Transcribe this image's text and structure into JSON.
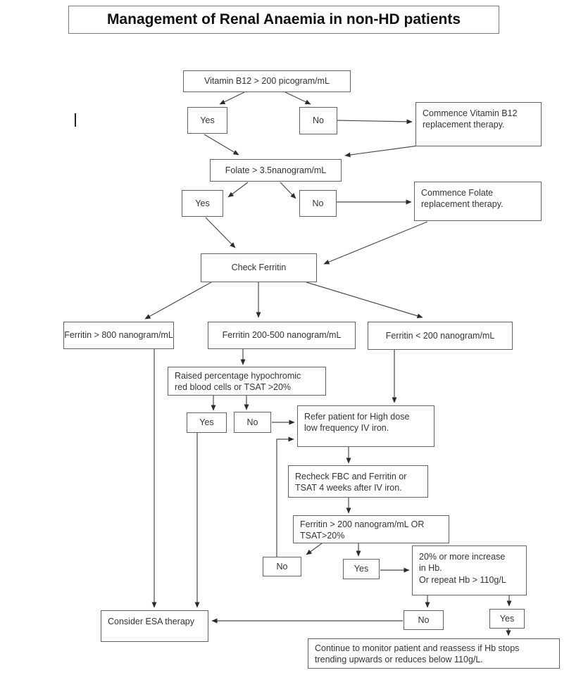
{
  "diagram": {
    "title": "Management of Renal Anaemia in non-HD patients",
    "nodes": {
      "b12_question": "Vitamin B12 > 200 picogram/mL",
      "b12_yes": "Yes",
      "b12_no": "No",
      "commence_b12": "Commence Vitamin B12\nreplacement therapy.",
      "folate_question": "Folate > 3.5nanogram/mL",
      "folate_yes": "Yes",
      "folate_no": "No",
      "commence_folate": "Commence Folate\nreplacement therapy.",
      "check_ferritin": "Check Ferritin",
      "ferritin_high": "Ferritin > 800 nanogram/mL",
      "ferritin_mid": "Ferritin 200-500 nanogram/mL",
      "ferritin_low": "Ferritin < 200 nanogram/mL",
      "raised_rbc": "Raised percentage hypochromic\nred blood cells or TSAT >20%",
      "raised_yes": "Yes",
      "raised_no": "No",
      "refer_iron": "Refer patient for High dose\nlow frequency IV iron.",
      "recheck": "Recheck FBC and Ferritin or\nTSAT 4 weeks after IV iron.",
      "ferritin_recheck": "Ferritin > 200 nanogram/mL OR\nTSAT>20%",
      "recheck_no": "No",
      "recheck_yes": "Yes",
      "hb_increase": "20% or more increase\nin Hb.\nOr repeat Hb > 110g/L",
      "hb_no": "No",
      "hb_yes": "Yes",
      "esa": "Consider ESA therapy",
      "monitor": "Continue to monitor patient and reassess if Hb stops\ntrending upwards or reduces below 110g/L."
    },
    "colors": {
      "background": "#ffffff",
      "box_border": "#636363",
      "line": "#4a4a4a",
      "text": "#333333",
      "title_text": "#111111"
    }
  }
}
